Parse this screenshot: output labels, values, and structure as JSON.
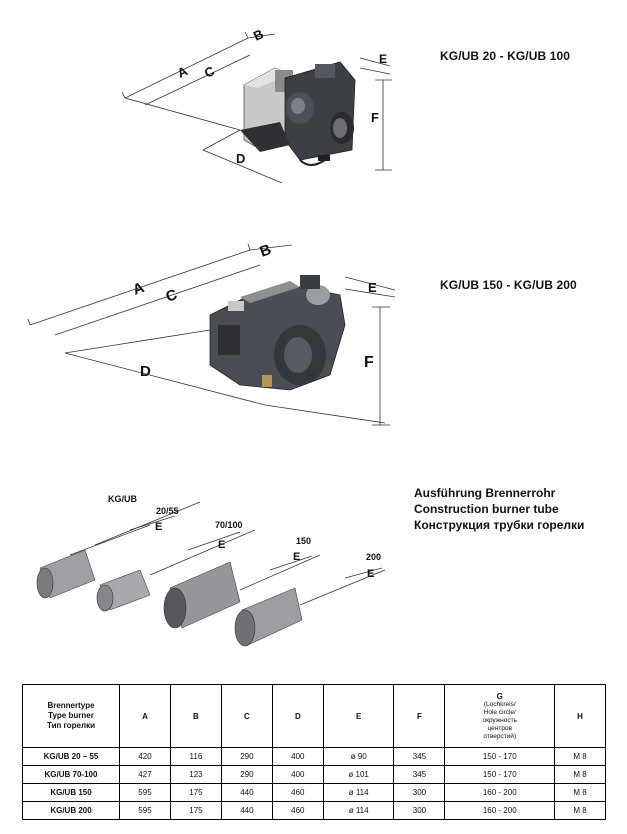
{
  "models": {
    "small": "KG/UB 20 - KG/UB 100",
    "large": "KG/UB 150 - KG/UB 200"
  },
  "dims": {
    "A": "A",
    "B": "B",
    "C": "C",
    "D": "D",
    "E": "E",
    "F": "F"
  },
  "tube": {
    "title_de": "Ausführung Brennerrohr",
    "title_en": "Construction burner tube",
    "title_ru": "Конструкция трубки горелки",
    "kgub": "KG/UB",
    "sizes": [
      "20/55",
      "70/100",
      "150",
      "200"
    ],
    "e": "E"
  },
  "table": {
    "brenner": [
      "Brennertype",
      "Type burner",
      "Тип горелки"
    ],
    "headers": [
      "A",
      "B",
      "C",
      "D",
      "E",
      "F"
    ],
    "g_small": [
      "(Lochkreis/",
      "Hole circle/",
      "окружность",
      "центров",
      "отверстий)"
    ],
    "g_label": "G",
    "h": "H",
    "rows": [
      {
        "type": "KG/UB 20 – 55",
        "A": "420",
        "B": "116",
        "C": "290",
        "D": "400",
        "E": "ø 90",
        "F": "345",
        "G": "150 - 170",
        "H": "M 8"
      },
      {
        "type": "KG/UB 70-100",
        "A": "427",
        "B": "123",
        "C": "290",
        "D": "400",
        "E": "ø 101",
        "F": "345",
        "G": "150 - 170",
        "H": "M 8"
      },
      {
        "type": "KG/UB 150",
        "A": "595",
        "B": "175",
        "C": "440",
        "D": "460",
        "E": "ø 114",
        "F": "300",
        "G": "160 - 200",
        "H": "M 8"
      },
      {
        "type": "KG/UB 200",
        "A": "595",
        "B": "175",
        "C": "440",
        "D": "460",
        "E": "ø 114",
        "F": "300",
        "G": "160 - 200",
        "H": "M 8"
      }
    ]
  }
}
